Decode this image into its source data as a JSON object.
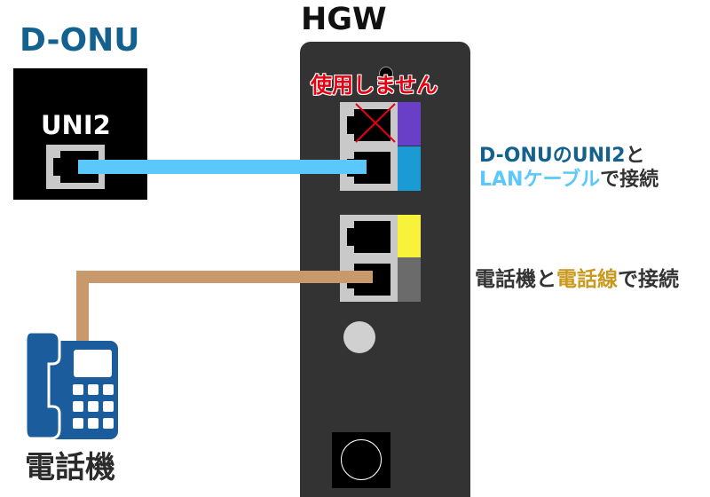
{
  "onu": {
    "title": "D-ONU",
    "port_label": "UNI2"
  },
  "hgw": {
    "title": "HGW",
    "unused_port_label": "使用しません"
  },
  "phone": {
    "label": "電話機"
  },
  "lan_instruction": {
    "line1_highlight": "D-ONUのUNI2",
    "line1_rest": "と",
    "line2_highlight": "LANケーブル",
    "line2_rest": "で接続"
  },
  "phone_instruction": {
    "lead": "電話機と",
    "highlight": "電話線",
    "rest": "で接続"
  },
  "colors": {
    "onu_blue": "#13618f",
    "lan_cable": "#5ac8fa",
    "phone_cable": "#c89a6b",
    "phone_line_text": "#c9981c",
    "unused_mark": "#e60012",
    "device_body": "#333333",
    "port_strip_1": "#6a3fc8",
    "port_strip_2": "#1b9bd6",
    "port_strip_3": "#f8f23a",
    "port_strip_4": "#6b6b6b",
    "phone_icon": "#1a5c9c"
  },
  "icons": {
    "telephone": "telephone-icon",
    "port": "ethernet-port-icon",
    "unused": "cross-icon",
    "led": "led-indicator-icon",
    "power": "power-button-icon"
  }
}
